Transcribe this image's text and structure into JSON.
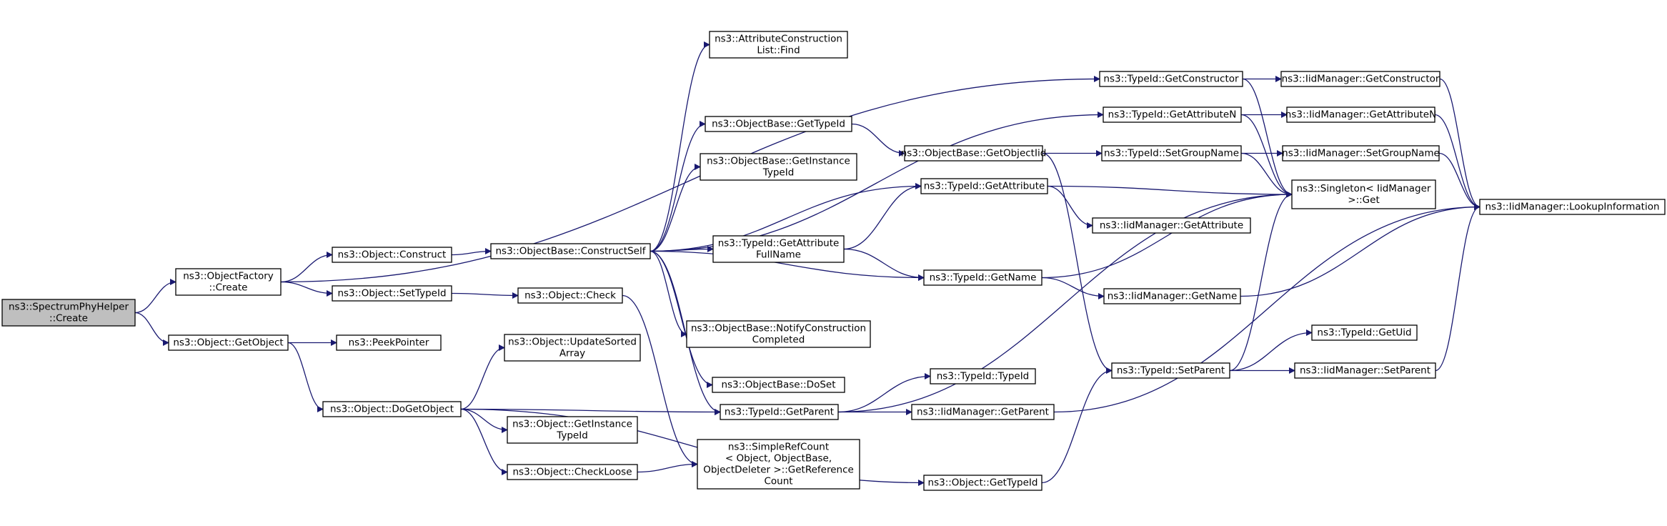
{
  "graph": {
    "edge_color": "#191970",
    "root_fill": "#bfbfbf",
    "nodes": [
      {
        "id": "root",
        "lines": [
          "ns3::SpectrumPhyHelper",
          "::Create"
        ],
        "root": true
      },
      {
        "id": "of_create",
        "lines": [
          "ns3::ObjectFactory",
          "::Create"
        ]
      },
      {
        "id": "obj_getobject",
        "lines": [
          "ns3::Object::GetObject"
        ]
      },
      {
        "id": "obj_construct",
        "lines": [
          "ns3::Object::Construct"
        ]
      },
      {
        "id": "obj_settypeid",
        "lines": [
          "ns3::Object::SetTypeId"
        ]
      },
      {
        "id": "peekpointer",
        "lines": [
          "ns3::PeekPointer"
        ]
      },
      {
        "id": "obj_dogetobject",
        "lines": [
          "ns3::Object::DoGetObject"
        ]
      },
      {
        "id": "ob_constructself",
        "lines": [
          "ns3::ObjectBase::ConstructSelf"
        ]
      },
      {
        "id": "obj_check",
        "lines": [
          "ns3::Object::Check"
        ]
      },
      {
        "id": "obj_updatesorted",
        "lines": [
          "ns3::Object::UpdateSorted",
          "Array"
        ]
      },
      {
        "id": "obj_getinstance",
        "lines": [
          "ns3::Object::GetInstance",
          "TypeId"
        ]
      },
      {
        "id": "obj_checkloose",
        "lines": [
          "ns3::Object::CheckLoose"
        ]
      },
      {
        "id": "acl_find",
        "lines": [
          "ns3::AttributeConstruction",
          "List::Find"
        ]
      },
      {
        "id": "ob_gettypeid",
        "lines": [
          "ns3::ObjectBase::GetTypeId"
        ]
      },
      {
        "id": "ob_getinstance",
        "lines": [
          "ns3::ObjectBase::GetInstance",
          "TypeId"
        ]
      },
      {
        "id": "tid_getattrfull",
        "lines": [
          "ns3::TypeId::GetAttribute",
          "FullName"
        ]
      },
      {
        "id": "ob_notify",
        "lines": [
          "ns3::ObjectBase::NotifyConstruction",
          "Completed"
        ]
      },
      {
        "id": "ob_doset",
        "lines": [
          "ns3::ObjectBase::DoSet"
        ]
      },
      {
        "id": "tid_getparent",
        "lines": [
          "ns3::TypeId::GetParent"
        ]
      },
      {
        "id": "srefcount",
        "lines": [
          "ns3::SimpleRefCount",
          "< Object, ObjectBase,",
          " ObjectDeleter >::GetReference",
          "Count"
        ]
      },
      {
        "id": "ob_getobjectiid",
        "lines": [
          "ns3::ObjectBase::GetObjectIid"
        ]
      },
      {
        "id": "tid_getattribute",
        "lines": [
          "ns3::TypeId::GetAttribute"
        ]
      },
      {
        "id": "tid_getname",
        "lines": [
          "ns3::TypeId::GetName"
        ]
      },
      {
        "id": "tid_typeid",
        "lines": [
          "ns3::TypeId::TypeId"
        ]
      },
      {
        "id": "iid_getparent",
        "lines": [
          "ns3::IidManager::GetParent"
        ]
      },
      {
        "id": "obj_gettypeid",
        "lines": [
          "ns3::Object::GetTypeId"
        ]
      },
      {
        "id": "tid_getconstructor",
        "lines": [
          "ns3::TypeId::GetConstructor"
        ]
      },
      {
        "id": "tid_getattributen",
        "lines": [
          "ns3::TypeId::GetAttributeN"
        ]
      },
      {
        "id": "tid_setgroupname",
        "lines": [
          "ns3::TypeId::SetGroupName"
        ]
      },
      {
        "id": "iid_getattribute",
        "lines": [
          "ns3::IidManager::GetAttribute"
        ]
      },
      {
        "id": "iid_getname",
        "lines": [
          "ns3::IidManager::GetName"
        ]
      },
      {
        "id": "tid_setparent",
        "lines": [
          "ns3::TypeId::SetParent"
        ]
      },
      {
        "id": "iid_getconstructor",
        "lines": [
          "ns3::IidManager::GetConstructor"
        ]
      },
      {
        "id": "iid_getattributen",
        "lines": [
          "ns3::IidManager::GetAttributeN"
        ]
      },
      {
        "id": "iid_setgroupname",
        "lines": [
          "ns3::IidManager::SetGroupName"
        ]
      },
      {
        "id": "singleton_get",
        "lines": [
          "ns3::Singleton< IidManager",
          " >::Get"
        ]
      },
      {
        "id": "tid_getuid",
        "lines": [
          "ns3::TypeId::GetUid"
        ]
      },
      {
        "id": "iid_setparent",
        "lines": [
          "ns3::IidManager::SetParent"
        ]
      },
      {
        "id": "iid_lookup",
        "lines": [
          "ns3::IidManager::LookupInformation"
        ]
      }
    ],
    "edges": [
      [
        "root",
        "of_create"
      ],
      [
        "root",
        "obj_getobject"
      ],
      [
        "of_create",
        "tid_getconstructor"
      ],
      [
        "of_create",
        "obj_construct"
      ],
      [
        "of_create",
        "obj_settypeid"
      ],
      [
        "obj_getobject",
        "peekpointer"
      ],
      [
        "obj_getobject",
        "obj_dogetobject"
      ],
      [
        "obj_construct",
        "ob_constructself"
      ],
      [
        "obj_settypeid",
        "obj_check"
      ],
      [
        "obj_check",
        "srefcount"
      ],
      [
        "obj_dogetobject",
        "obj_updatesorted"
      ],
      [
        "obj_dogetobject",
        "tid_getparent"
      ],
      [
        "obj_dogetobject",
        "obj_getinstance"
      ],
      [
        "obj_dogetobject",
        "obj_checkloose"
      ],
      [
        "obj_dogetobject",
        "obj_gettypeid"
      ],
      [
        "obj_checkloose",
        "srefcount"
      ],
      [
        "ob_constructself",
        "acl_find"
      ],
      [
        "ob_constructself",
        "tid_getattributen"
      ],
      [
        "ob_constructself",
        "ob_gettypeid"
      ],
      [
        "ob_constructself",
        "ob_getinstance"
      ],
      [
        "ob_constructself",
        "tid_getattribute"
      ],
      [
        "ob_constructself",
        "tid_getattrfull"
      ],
      [
        "ob_constructself",
        "tid_getname"
      ],
      [
        "ob_constructself",
        "ob_notify"
      ],
      [
        "ob_constructself",
        "ob_doset"
      ],
      [
        "ob_constructself",
        "tid_getparent"
      ],
      [
        "ob_gettypeid",
        "ob_getobjectiid"
      ],
      [
        "ob_getobjectiid",
        "tid_setgroupname"
      ],
      [
        "ob_getobjectiid",
        "tid_setparent"
      ],
      [
        "tid_getattrfull",
        "tid_getattribute"
      ],
      [
        "tid_getattrfull",
        "tid_getname"
      ],
      [
        "tid_getparent",
        "tid_typeid"
      ],
      [
        "tid_getparent",
        "iid_getparent"
      ],
      [
        "tid_getparent",
        "singleton_get"
      ],
      [
        "tid_getattribute",
        "singleton_get"
      ],
      [
        "tid_getattribute",
        "iid_getattribute"
      ],
      [
        "tid_getname",
        "singleton_get"
      ],
      [
        "tid_getname",
        "iid_getname"
      ],
      [
        "iid_getparent",
        "iid_lookup"
      ],
      [
        "obj_gettypeid",
        "tid_setparent"
      ],
      [
        "tid_getconstructor",
        "iid_getconstructor"
      ],
      [
        "tid_getconstructor",
        "singleton_get"
      ],
      [
        "tid_getattributen",
        "iid_getattributen"
      ],
      [
        "tid_getattributen",
        "singleton_get"
      ],
      [
        "tid_setgroupname",
        "iid_setgroupname"
      ],
      [
        "tid_setgroupname",
        "singleton_get"
      ],
      [
        "iid_getname",
        "iid_lookup"
      ],
      [
        "tid_setparent",
        "tid_getuid"
      ],
      [
        "tid_setparent",
        "iid_setparent"
      ],
      [
        "tid_setparent",
        "singleton_get"
      ],
      [
        "iid_getconstructor",
        "iid_lookup"
      ],
      [
        "iid_getattributen",
        "iid_lookup"
      ],
      [
        "iid_setgroupname",
        "iid_lookup"
      ],
      [
        "iid_setparent",
        "iid_lookup"
      ]
    ]
  }
}
